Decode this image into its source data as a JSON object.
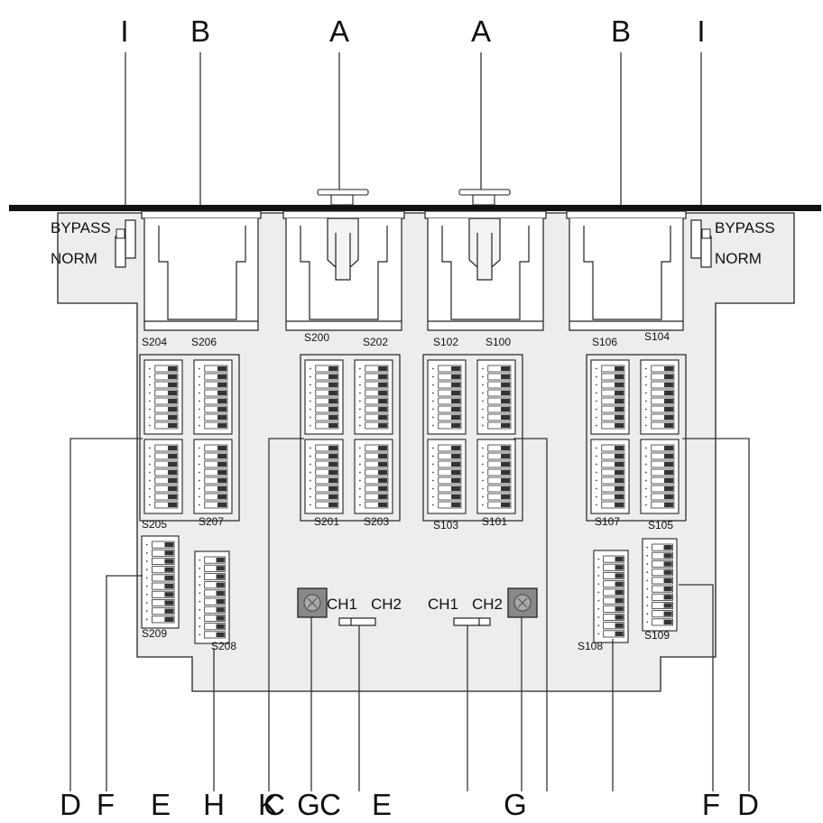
{
  "diagram": {
    "top_callouts": [
      "I",
      "B",
      "A",
      "A",
      "B",
      "I"
    ],
    "bottom_callouts": [
      "D",
      "F",
      "E",
      "H",
      "K",
      "C",
      "G",
      "C",
      "E",
      "G",
      "F",
      "D"
    ],
    "left_jumper": {
      "top_label": "BYPASS",
      "bottom_label": "NORM"
    },
    "right_jumper": {
      "top_label": "BYPASS",
      "bottom_label": "NORM"
    },
    "connector_labels": [
      "S204",
      "S206",
      "S200",
      "S202",
      "S102",
      "S100",
      "S106",
      "S104"
    ],
    "switch_group_labels": [
      "S205",
      "S207",
      "S201",
      "S203",
      "S103",
      "S101",
      "S107",
      "S105"
    ],
    "small_switch_labels": [
      "S209",
      "S208",
      "S108",
      "S109"
    ],
    "left_channel": {
      "ch1": "CH1",
      "ch2": "CH2"
    },
    "right_channel": {
      "ch1": "CH1",
      "ch2": "CH2"
    }
  }
}
